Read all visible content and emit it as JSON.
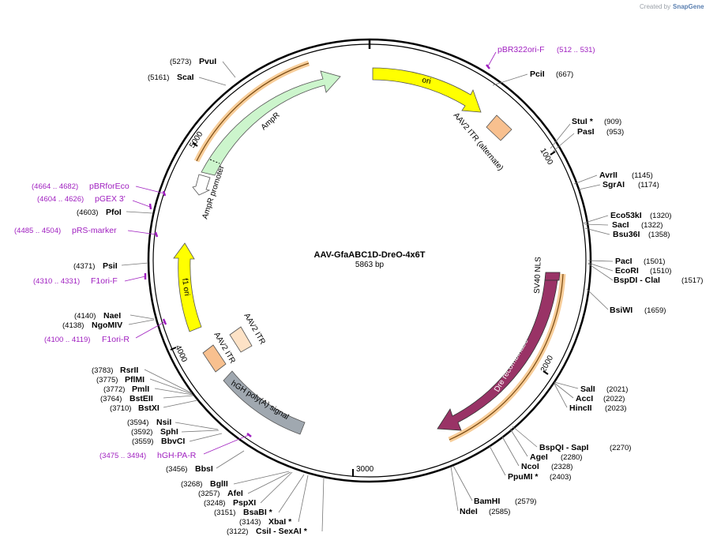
{
  "credit": {
    "text": "Created by",
    "brand": "SnapGene"
  },
  "plasmid": {
    "name": "AAV-GfaABC1D-DreO-4x6T",
    "length": "5863 bp"
  },
  "ticks": [
    "1000",
    "2000",
    "3000",
    "4000",
    "5000"
  ],
  "sites": [
    {
      "name": "PvuI",
      "pos": "(5273)"
    },
    {
      "name": "ScaI",
      "pos": "(5161)"
    },
    {
      "name": "PciI",
      "pos": "(667)"
    },
    {
      "name": "StuI *",
      "pos": "(909)"
    },
    {
      "name": "PasI",
      "pos": "(953)"
    },
    {
      "name": "AvrII",
      "pos": "(1145)"
    },
    {
      "name": "SgrAI",
      "pos": "(1174)"
    },
    {
      "name": "Eco53kI",
      "pos": "(1320)"
    },
    {
      "name": "SacI",
      "pos": "(1322)"
    },
    {
      "name": "Bsu36I",
      "pos": "(1358)"
    },
    {
      "name": "PacI",
      "pos": "(1501)"
    },
    {
      "name": "EcoRI",
      "pos": "(1510)"
    },
    {
      "name": "BspDI - ClaI",
      "pos": "(1517)"
    },
    {
      "name": "BsiWI",
      "pos": "(1659)"
    },
    {
      "name": "SalI",
      "pos": "(2021)"
    },
    {
      "name": "AccI",
      "pos": "(2022)"
    },
    {
      "name": "HincII",
      "pos": "(2023)"
    },
    {
      "name": "BspQI - SapI",
      "pos": "(2270)"
    },
    {
      "name": "AgeI",
      "pos": "(2280)"
    },
    {
      "name": "NcoI",
      "pos": "(2328)"
    },
    {
      "name": "PpuMI *",
      "pos": "(2403)"
    },
    {
      "name": "BamHI",
      "pos": "(2579)"
    },
    {
      "name": "NdeI",
      "pos": "(2585)"
    },
    {
      "name": "PfoI",
      "pos": "(4603)"
    },
    {
      "name": "PsiI",
      "pos": "(4371)"
    },
    {
      "name": "NaeI",
      "pos": "(4140)"
    },
    {
      "name": "NgoMIV",
      "pos": "(4138)"
    },
    {
      "name": "RsrII",
      "pos": "(3783)"
    },
    {
      "name": "PflMI",
      "pos": "(3775)"
    },
    {
      "name": "PmlI",
      "pos": "(3772)"
    },
    {
      "name": "BstEII",
      "pos": "(3764)"
    },
    {
      "name": "BstXI",
      "pos": "(3710)"
    },
    {
      "name": "NsiI",
      "pos": "(3594)"
    },
    {
      "name": "SphI",
      "pos": "(3592)"
    },
    {
      "name": "BbvCI",
      "pos": "(3559)"
    },
    {
      "name": "BbsI",
      "pos": "(3456)"
    },
    {
      "name": "BglII",
      "pos": "(3268)"
    },
    {
      "name": "AfeI",
      "pos": "(3257)"
    },
    {
      "name": "PspXI",
      "pos": "(3248)"
    },
    {
      "name": "BsaBI *",
      "pos": "(3151)"
    },
    {
      "name": "XbaI *",
      "pos": "(3143)"
    },
    {
      "name": "CsiI - SexAI *",
      "pos": "(3122)"
    }
  ],
  "primers": [
    {
      "name": "pBR322ori-F",
      "pos": "(512 .. 531)"
    },
    {
      "name": "pBRforEco",
      "pos": "(4664 .. 4682)"
    },
    {
      "name": "pGEX 3'",
      "pos": "(4604 .. 4626)"
    },
    {
      "name": "pRS-marker",
      "pos": "(4485 .. 4504)"
    },
    {
      "name": "F1ori-F",
      "pos": "(4310 .. 4331)"
    },
    {
      "name": "F1ori-R",
      "pos": "(4100 .. 4119)"
    },
    {
      "name": "hGH-PA-R",
      "pos": "(3475 .. 3494)"
    }
  ],
  "features": [
    {
      "name": "ori",
      "color": "#ffff00"
    },
    {
      "name": "AAV2 ITR (alternate)",
      "color": "#f8c08f"
    },
    {
      "name": "SV40 NLS",
      "color": "#993366"
    },
    {
      "name": "Dre recombinase",
      "color": "#993366"
    },
    {
      "name": "hGH poly(A) signal",
      "color": "#a0a8b0"
    },
    {
      "name": "AAV2 ITR",
      "color": "#f8c08f"
    },
    {
      "name": "AAV2 ITR",
      "color": "#fde2c6"
    },
    {
      "name": "f1 ori",
      "color": "#ffff00"
    },
    {
      "name": "AmpR",
      "color": "#ccf5cc"
    },
    {
      "name": "AmpR promoter",
      "color": "#ffffff"
    }
  ],
  "colors": {
    "primer": "#a020c0",
    "orf_highlight": "#f5c080",
    "backbone": "#000000"
  }
}
